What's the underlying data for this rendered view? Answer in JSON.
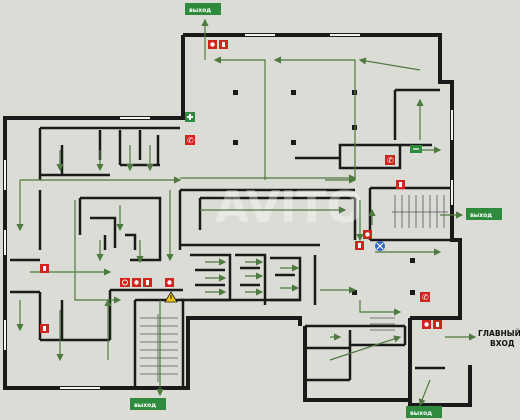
{
  "plan": {
    "watermark": "AVITO",
    "exits": [
      {
        "id": "top",
        "label": "выход"
      },
      {
        "id": "right",
        "label": "выход"
      },
      {
        "id": "bottom-left",
        "label": "выход"
      },
      {
        "id": "bottom-right",
        "label": "выход"
      }
    ],
    "main_entrance": {
      "line1": "ГЛАВНЫЙ",
      "line2": "ВХОД"
    },
    "colors": {
      "wall": "#1a1a1a",
      "route": "#4c7a3f",
      "fire": "#d0241f",
      "exit_sign": "#2e8b3d",
      "alert": "#f0c419",
      "blue": "#2a66c8"
    },
    "icons": [
      "fire-extinguisher-icon",
      "fire-alarm-icon",
      "phone-icon",
      "first-aid-icon",
      "exit-man-icon",
      "warning-icon",
      "you-are-here-icon"
    ]
  }
}
